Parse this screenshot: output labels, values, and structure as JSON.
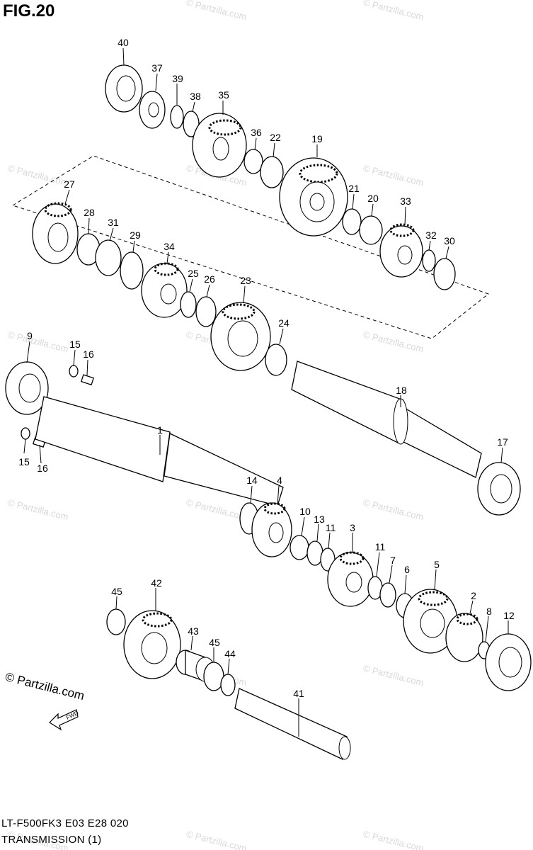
{
  "figure": {
    "title": "FIG.20",
    "model_code": "LT-F500FK3  E03  E28  020",
    "section_title": "TRANSMISSION (1)",
    "brand": "© Partzilla.com",
    "fwd_label": "FWD",
    "watermark": "© Partzilla.com"
  },
  "parts": [
    {
      "no": "40"
    },
    {
      "no": "37"
    },
    {
      "no": "39"
    },
    {
      "no": "38"
    },
    {
      "no": "35"
    },
    {
      "no": "36"
    },
    {
      "no": "22"
    },
    {
      "no": "19"
    },
    {
      "no": "21"
    },
    {
      "no": "20"
    },
    {
      "no": "33"
    },
    {
      "no": "32"
    },
    {
      "no": "30"
    },
    {
      "no": "27"
    },
    {
      "no": "28"
    },
    {
      "no": "31"
    },
    {
      "no": "29"
    },
    {
      "no": "34"
    },
    {
      "no": "25"
    },
    {
      "no": "26"
    },
    {
      "no": "23"
    },
    {
      "no": "24"
    },
    {
      "no": "9"
    },
    {
      "no": "15"
    },
    {
      "no": "16"
    },
    {
      "no": "15"
    },
    {
      "no": "16"
    },
    {
      "no": "1"
    },
    {
      "no": "18"
    },
    {
      "no": "17"
    },
    {
      "no": "14"
    },
    {
      "no": "4"
    },
    {
      "no": "10"
    },
    {
      "no": "13"
    },
    {
      "no": "11"
    },
    {
      "no": "3"
    },
    {
      "no": "11"
    },
    {
      "no": "7"
    },
    {
      "no": "6"
    },
    {
      "no": "5"
    },
    {
      "no": "2"
    },
    {
      "no": "8"
    },
    {
      "no": "12"
    },
    {
      "no": "45"
    },
    {
      "no": "42"
    },
    {
      "no": "43"
    },
    {
      "no": "45"
    },
    {
      "no": "44"
    },
    {
      "no": "41"
    }
  ]
}
